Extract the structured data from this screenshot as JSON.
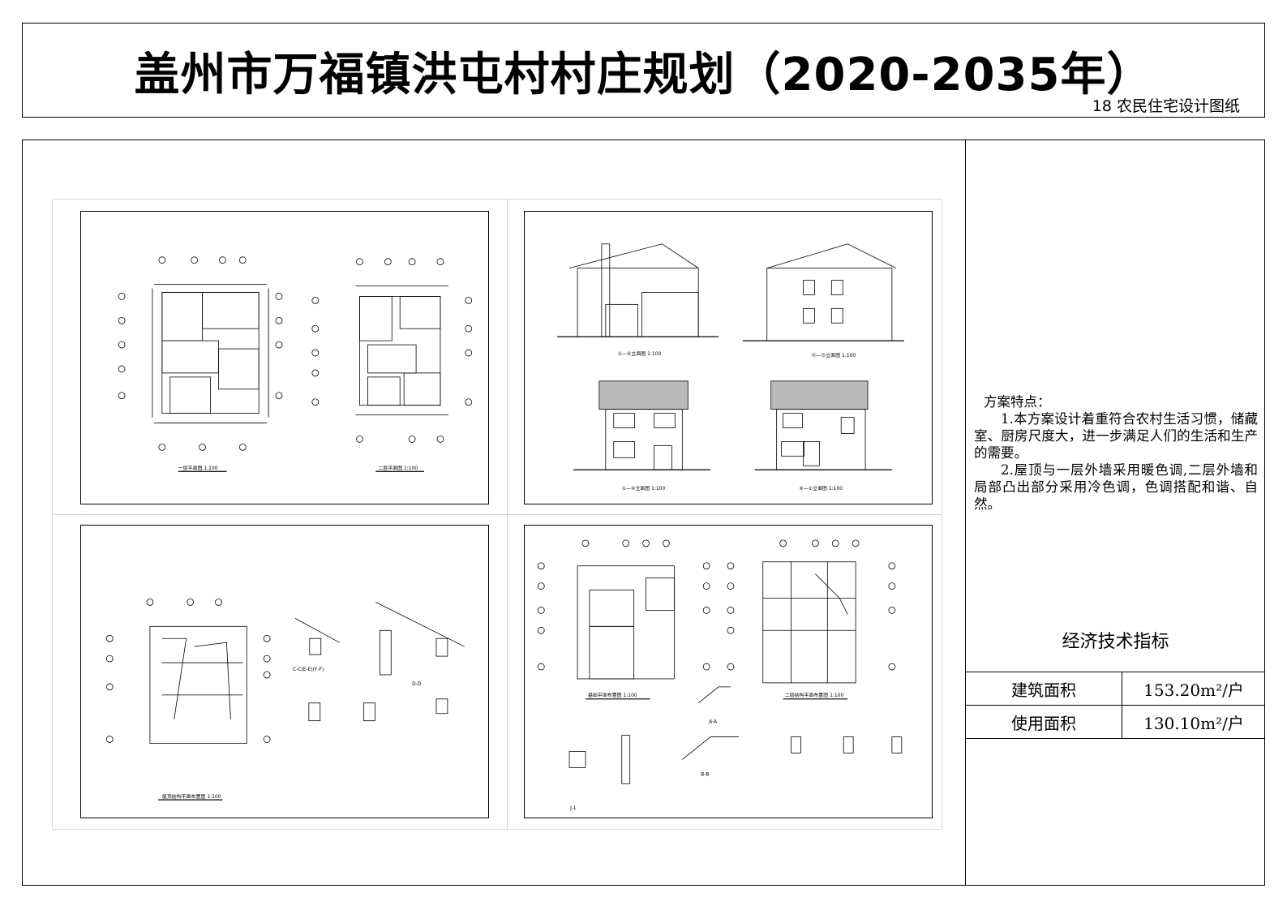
{
  "header": {
    "title": "盖州市万福镇洪屯村村庄规划（2020-2035年）",
    "subtitle": "18 农民住宅设计图纸"
  },
  "drawings": {
    "plan1_caption": "一层平面图 1:100",
    "plan2_caption": "二层平面图 1:100",
    "elev_a_caption": "①—⑥立面图 1:100",
    "elev_b_caption": "Ⓐ—Ⓖ立面图 1:100",
    "elev_c_caption": "①—④立面图 1:100",
    "elev_d_caption": "④—①立面图 1:100",
    "roof_caption": "屋顶结构平面布置图 1:100",
    "found_caption": "基础平面布置图 1:100",
    "floor_struct_caption": "二层结构平面布置图 1:100",
    "section_cc": "C-C(E-E)(F-F)",
    "section_dd": "D-D",
    "section_bb": "B-B",
    "section_aa": "A-A",
    "detail_j1": "J-1"
  },
  "features": {
    "heading": "方案特点：",
    "items": [
      "1.本方案设计着重符合农村生活习惯，储藏室、厨房尺度大，进一步满足人们的生活和生产的需要。",
      "2.屋顶与一层外墙采用暖色调,二层外墙和局部凸出部分采用冷色调，色调搭配和谐、自然。"
    ]
  },
  "economics": {
    "heading": "经济技术指标",
    "rows": [
      {
        "label": "建筑面积",
        "value": "153.20m²/户"
      },
      {
        "label": "使用面积",
        "value": "130.10m²/户"
      }
    ]
  }
}
